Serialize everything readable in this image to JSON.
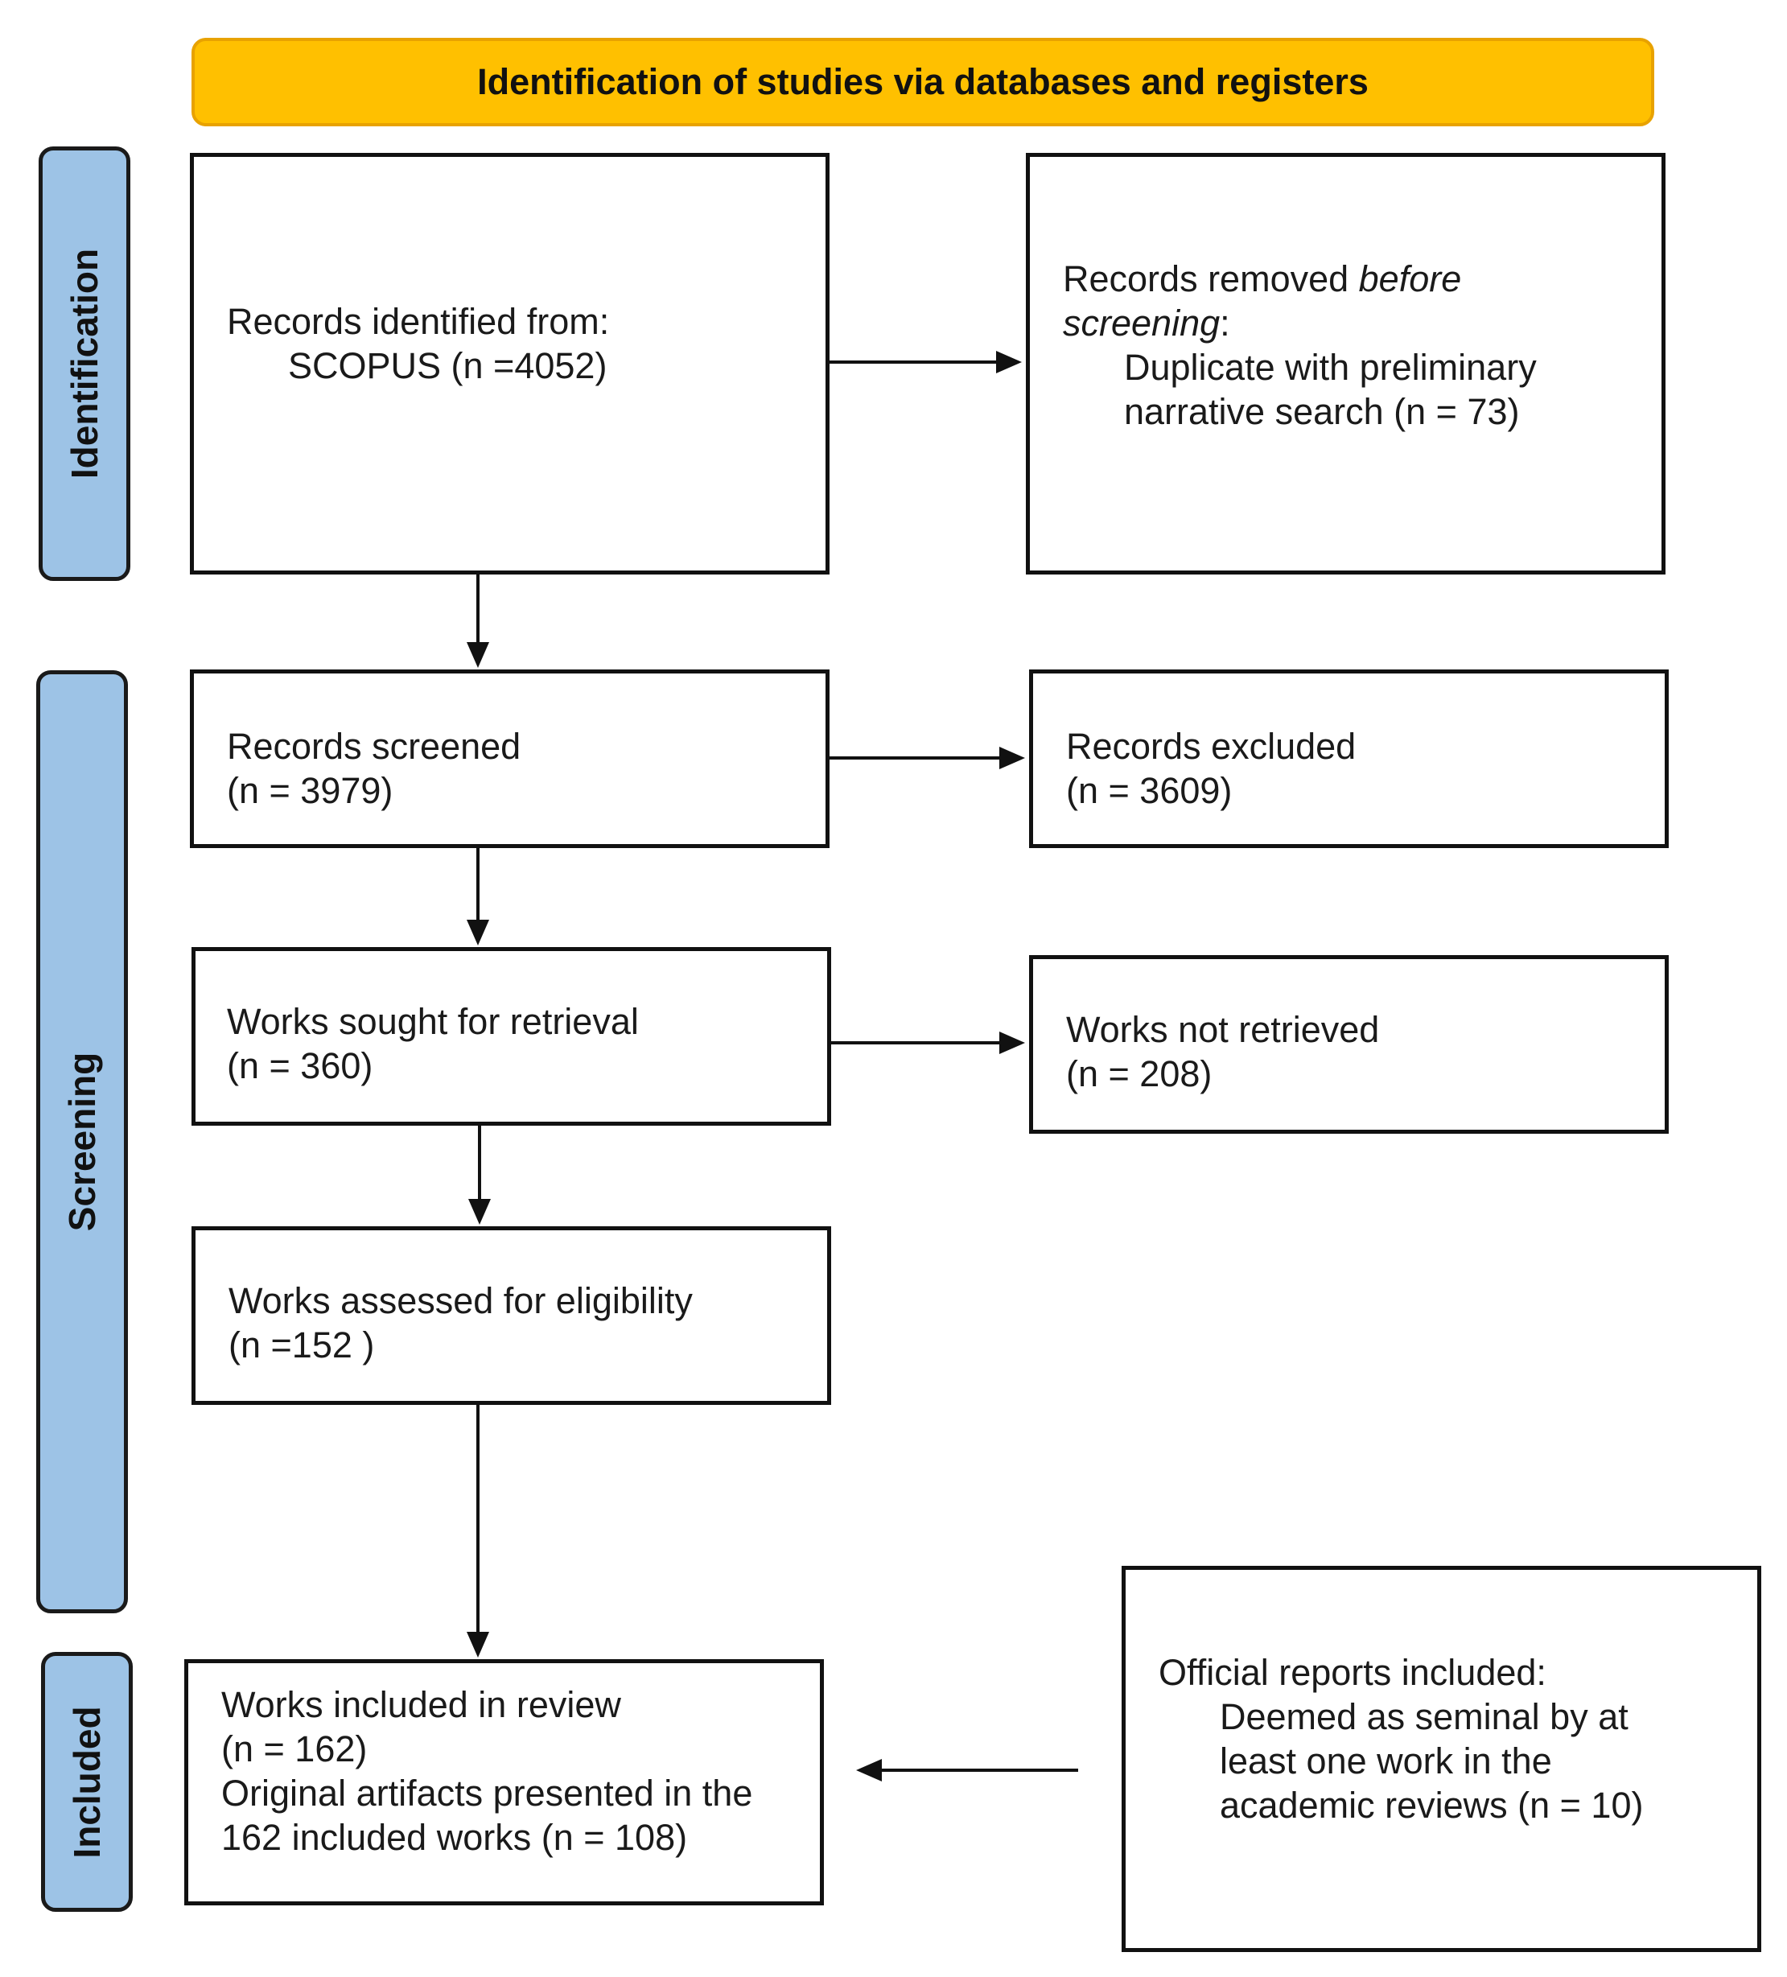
{
  "header": {
    "title": "Identification of studies via databases and registers"
  },
  "phases": {
    "identification": "Identification",
    "screening": "Screening",
    "included": "Included"
  },
  "boxes": {
    "identified": {
      "line1": "Records identified from:",
      "line2": "SCOPUS (n =4052)"
    },
    "removed": {
      "line1_a": "Records removed ",
      "line1_b": "before",
      "line2_a": "screening",
      "line2_b": ":",
      "line3": "Duplicate with preliminary",
      "line4": "narrative search  (n = 73)"
    },
    "screened": {
      "line1": "Records screened",
      "line2": "(n = 3979)"
    },
    "excluded": {
      "line1": "Records excluded",
      "line2": "(n = 3609)"
    },
    "sought": {
      "line1": "Works sought for retrieval",
      "line2": "(n = 360)"
    },
    "not_retrieved": {
      "line1": "Works not retrieved",
      "line2": "(n = 208)"
    },
    "assessed": {
      "line1": "Works assessed for eligibility",
      "line2": "(n =152 )"
    },
    "included_works": {
      "line1": "Works included in review",
      "line2": "(n = 162)",
      "line3": "Original artifacts presented in the",
      "line4": "162 included works (n = 108)"
    },
    "official": {
      "line1": "Official reports included:",
      "line2": "Deemed as seminal by at",
      "line3": "least one work in the",
      "line4": "academic reviews (n = 10)"
    }
  },
  "colors": {
    "header_fill": "#ffc000",
    "phase_fill": "#9dc3e6",
    "border": "#111111"
  }
}
